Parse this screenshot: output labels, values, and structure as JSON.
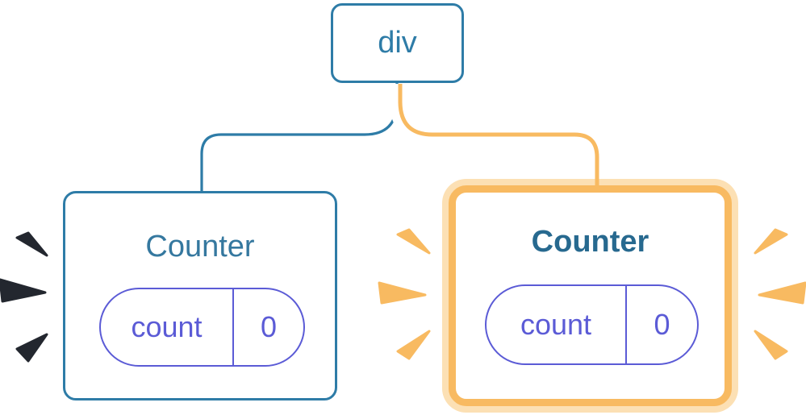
{
  "diagram": {
    "root": {
      "label": "div"
    },
    "children": [
      {
        "title": "Counter",
        "state_key": "count",
        "state_value": "0",
        "highlighted": false
      },
      {
        "title": "Counter",
        "state_key": "count",
        "state_value": "0",
        "highlighted": true
      }
    ]
  },
  "colors": {
    "node_blue": "#2e7ca7",
    "title_blue": "#35789f",
    "title_blue_bold": "#27698f",
    "state_purple": "#5b5bd6",
    "highlight_orange": "#f8ba61",
    "highlight_pale_orange": "#fce0b4",
    "spark_dark": "#23272f",
    "casing_white": "#ffffff",
    "background": "#ffffff"
  }
}
